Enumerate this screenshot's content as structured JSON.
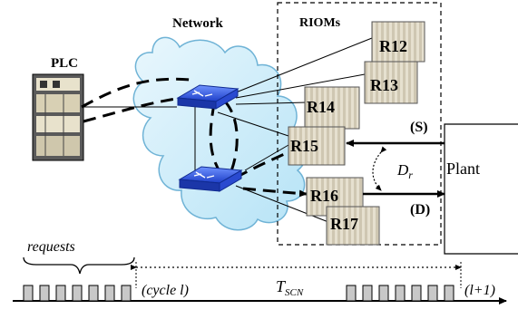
{
  "labels": {
    "network": "Network",
    "rioms": "RIOMs",
    "plc": "PLC",
    "plant": "Plant",
    "sensor_tag": "(S)",
    "actuator_tag": "(D)",
    "dr_symbol": "D",
    "dr_subscript": "r",
    "requests": "requests",
    "cycle_l": "(cycle l)",
    "tscn_symbol": "T",
    "tscn_subscript": "SCN",
    "next_cycle": "(l+1)"
  },
  "rioms": [
    {
      "label": "R12"
    },
    {
      "label": "R13"
    },
    {
      "label": "R14"
    },
    {
      "label": "R15"
    },
    {
      "label": "R16"
    },
    {
      "label": "R17"
    }
  ]
}
